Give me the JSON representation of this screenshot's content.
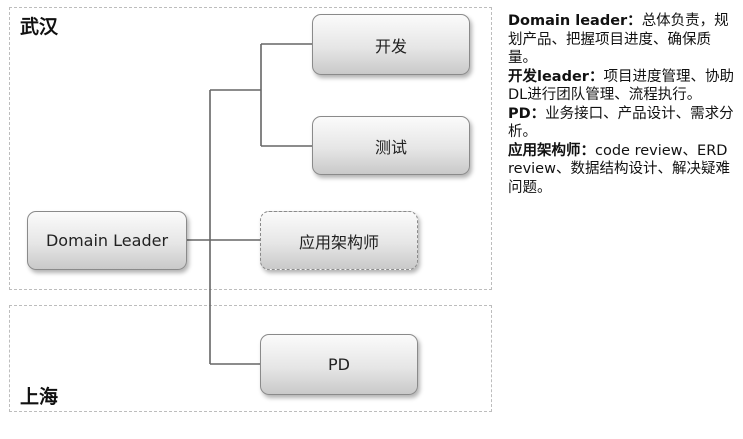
{
  "regions": {
    "wuhan": "武汉",
    "shanghai": "上海"
  },
  "nodes": {
    "domain_leader": "Domain Leader",
    "dev": "开发",
    "test": "测试",
    "architect": "应用架构师",
    "pd": "PD"
  },
  "descriptions": [
    {
      "role": "Domain leader：",
      "text": "总体负责，规划产品、把握项目进度、确保质量。"
    },
    {
      "role": "开发leader：",
      "text": "项目进度管理、协助DL进行团队管理、流程执行。"
    },
    {
      "role": "PD：",
      "text": "业务接口、产品设计、需求分析。"
    },
    {
      "role": "应用架构师：",
      "text": "code review、ERD review、数据结构设计、解决疑难问题。"
    }
  ]
}
